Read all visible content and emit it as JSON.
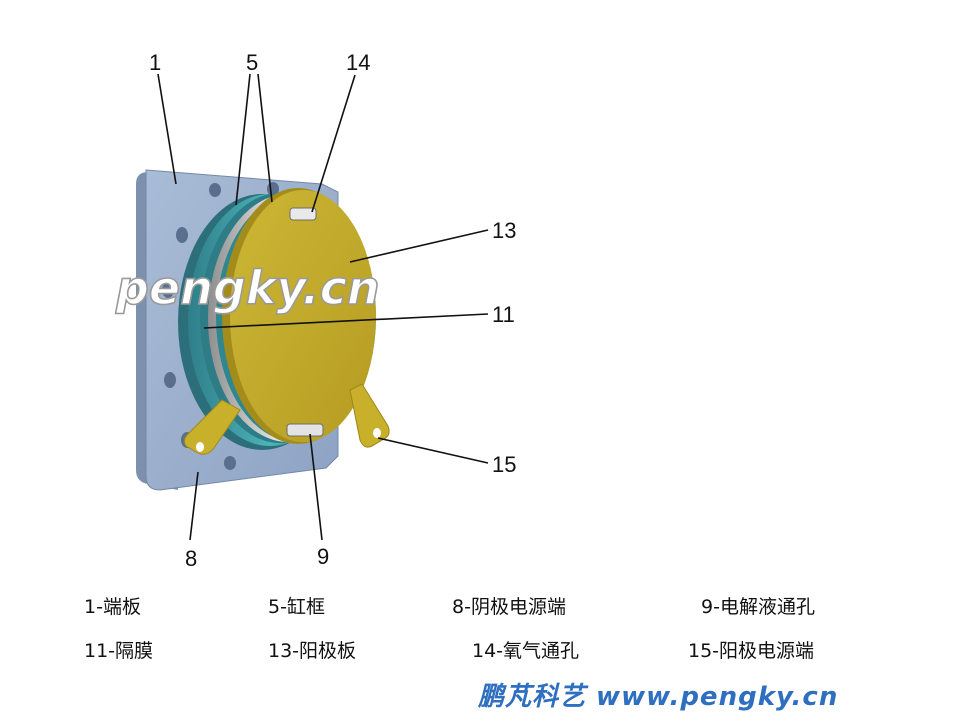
{
  "callouts": {
    "c1": "1",
    "c5": "5",
    "c14": "14",
    "c13": "13",
    "c11": "11",
    "c15": "15",
    "c8": "8",
    "c9": "9"
  },
  "watermark": "pengky.cn",
  "legend": [
    "1-端板",
    "5-缸框",
    "8-阴极电源端",
    "9-电解液通孔",
    "11-隔膜",
    "13-阳极板",
    "14-氧气通孔",
    "15-阳极电源端"
  ],
  "footer": "鹏芃科艺 www.pengky.cn",
  "colors": {
    "end_plate": "#94a9c8",
    "cylinder_frame": "#3a9aa3",
    "anode_plate": "#c3ad2b",
    "footer_text": "#2f6fc0"
  }
}
